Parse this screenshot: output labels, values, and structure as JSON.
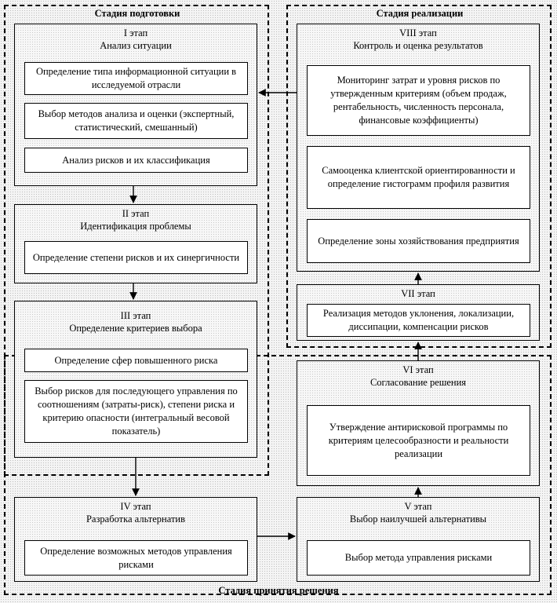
{
  "stages": {
    "prep": "Стадия подготовки",
    "impl": "Стадия реализации",
    "decision": "Стадия принятия решения"
  },
  "steps": {
    "s1": {
      "num": "I этап",
      "title": "Анализ ситуации",
      "items": [
        "Определение типа информационной ситуации в исследуемой отрасли",
        "Выбор методов анализа и оценки (экспертный, статистический, смешанный)",
        "Анализ рисков и их классификация"
      ]
    },
    "s2": {
      "num": "II этап",
      "title": "Идентификация проблемы",
      "items": [
        "Определение степени рисков и их синергичности"
      ]
    },
    "s3": {
      "num": "III этап",
      "title": "Определение критериев выбора",
      "items": [
        "Определение сфер повышенного риска",
        "Выбор рисков для последующего управления по соотношениям (затраты-риск), степени риска и критерию опасности (интегральный весовой показатель)"
      ]
    },
    "s4": {
      "num": "IV этап",
      "title": "Разработка альтернатив",
      "items": [
        "Определение возможных методов управления рисками"
      ]
    },
    "s5": {
      "num": "V этап",
      "title": "Выбор наилучшей альтернативы",
      "items": [
        "Выбор метода управления рисками"
      ]
    },
    "s6": {
      "num": "VI этап",
      "title": "Согласование решения",
      "items": [
        "Утверждение антирисковой программы по критериям целесообразности и реальности реализации"
      ]
    },
    "s7": {
      "num": "VII этап",
      "items": [
        "Реализация методов уклонения, локализации, диссипации, компенсации рисков"
      ]
    },
    "s8": {
      "num": "VIII этап",
      "title": "Контроль и оценка результатов",
      "items": [
        "Мониторинг затрат и уровня рисков по утвержденным критериям (объем продаж, рентабельность, численность персонала, финансовые коэффициенты)",
        "Самооценка клиентской ориентированности и определение гистограмм профиля развития",
        "Определение зоны хозяйствования предприятия"
      ]
    }
  }
}
